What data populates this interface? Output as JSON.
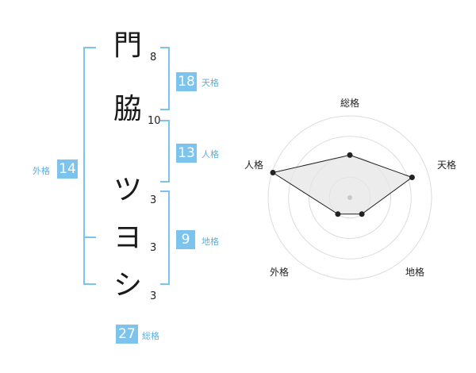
{
  "name": {
    "chars": [
      "門",
      "脇",
      "ツ",
      "ヨ",
      "シ"
    ],
    "strokes": [
      "8",
      "10",
      "3",
      "3",
      "3"
    ]
  },
  "kaku": {
    "tenkaku": {
      "value": "18",
      "label": "天格"
    },
    "jinkaku": {
      "value": "13",
      "label": "人格"
    },
    "chikaku": {
      "value": "9",
      "label": "地格"
    },
    "gaikaku": {
      "value": "14",
      "label": "外格"
    },
    "soukaku": {
      "value": "27",
      "label": "総格"
    }
  },
  "colors": {
    "accent": "#7cc4ee",
    "label": "#5aafe0"
  },
  "chart_data": {
    "type": "radar",
    "axes": [
      "総格",
      "天格",
      "地格",
      "外格",
      "人格"
    ],
    "values": [
      0.52,
      0.8,
      0.25,
      0.25,
      0.99
    ],
    "max": 1,
    "rings": 4
  }
}
